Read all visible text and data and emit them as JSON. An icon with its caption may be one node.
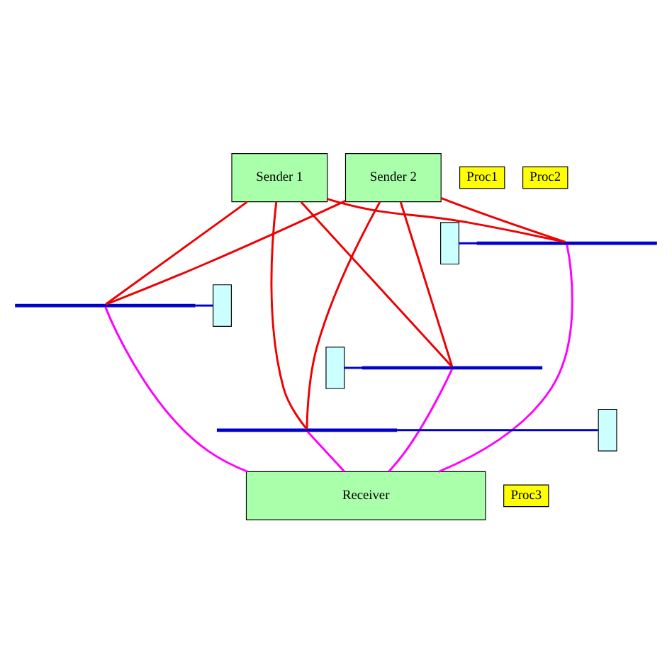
{
  "diagram": {
    "nodes": [
      {
        "text": [
          "Sender 1"
        ]
      },
      {
        "text": [
          "Proc1"
        ]
      },
      {
        "text": [
          "Sender 2"
        ]
      },
      {
        "text": [
          "Proc2"
        ]
      },
      {
        "text": [],
        "shape": "box"
      },
      {
        "text": [],
        "shape": "box"
      },
      {
        "text": [],
        "shape": "box"
      },
      {
        "text": [],
        "shape": "box"
      },
      {
        "text": [],
        "shape": "bar"
      },
      {
        "text": [],
        "shape": "bar"
      },
      {
        "text": [],
        "shape": "bar"
      },
      {
        "text": [],
        "shape": "bar"
      },
      {
        "text": [
          "Receiver"
        ]
      },
      {
        "text": [
          "Proc3"
        ]
      }
    ],
    "edges": [
      {
        "from": 0,
        "to": 11,
        "arrow": "none"
      },
      {
        "from": 0,
        "to": 10,
        "arrow": "none"
      },
      {
        "from": 0,
        "to": 9,
        "arrow": "none"
      },
      {
        "from": 0,
        "to": 8,
        "arrow": "none"
      },
      {
        "from": 2,
        "to": 8,
        "arrow": "none"
      },
      {
        "from": 2,
        "to": 9,
        "arrow": "none"
      },
      {
        "from": 2,
        "to": 10,
        "arrow": "none"
      },
      {
        "from": 2,
        "to": 11,
        "arrow": "none"
      },
      {
        "from": 4,
        "to": 8,
        "arrow": "none",
        "color": "#0000cc"
      },
      {
        "from": 9,
        "to": 6,
        "arrow": "none",
        "color": "#0000cc"
      },
      {
        "from": 5,
        "to": 10,
        "arrow": "none",
        "color": "#0000cc"
      },
      {
        "from": 11,
        "to": 7,
        "arrow": "none",
        "color": "#0000cc"
      },
      {
        "from": 8,
        "to": 12,
        "arrow": "none",
        "color": "#ff00ff"
      },
      {
        "from": 9,
        "to": 12,
        "arrow": "none",
        "color": "#ff00ff"
      },
      {
        "from": 10,
        "to": 12,
        "arrow": "none",
        "color": "#ff00ff"
      },
      {
        "from": 11,
        "to": 12,
        "arrow": "none",
        "color": "#ff00ff"
      }
    ]
  }
}
